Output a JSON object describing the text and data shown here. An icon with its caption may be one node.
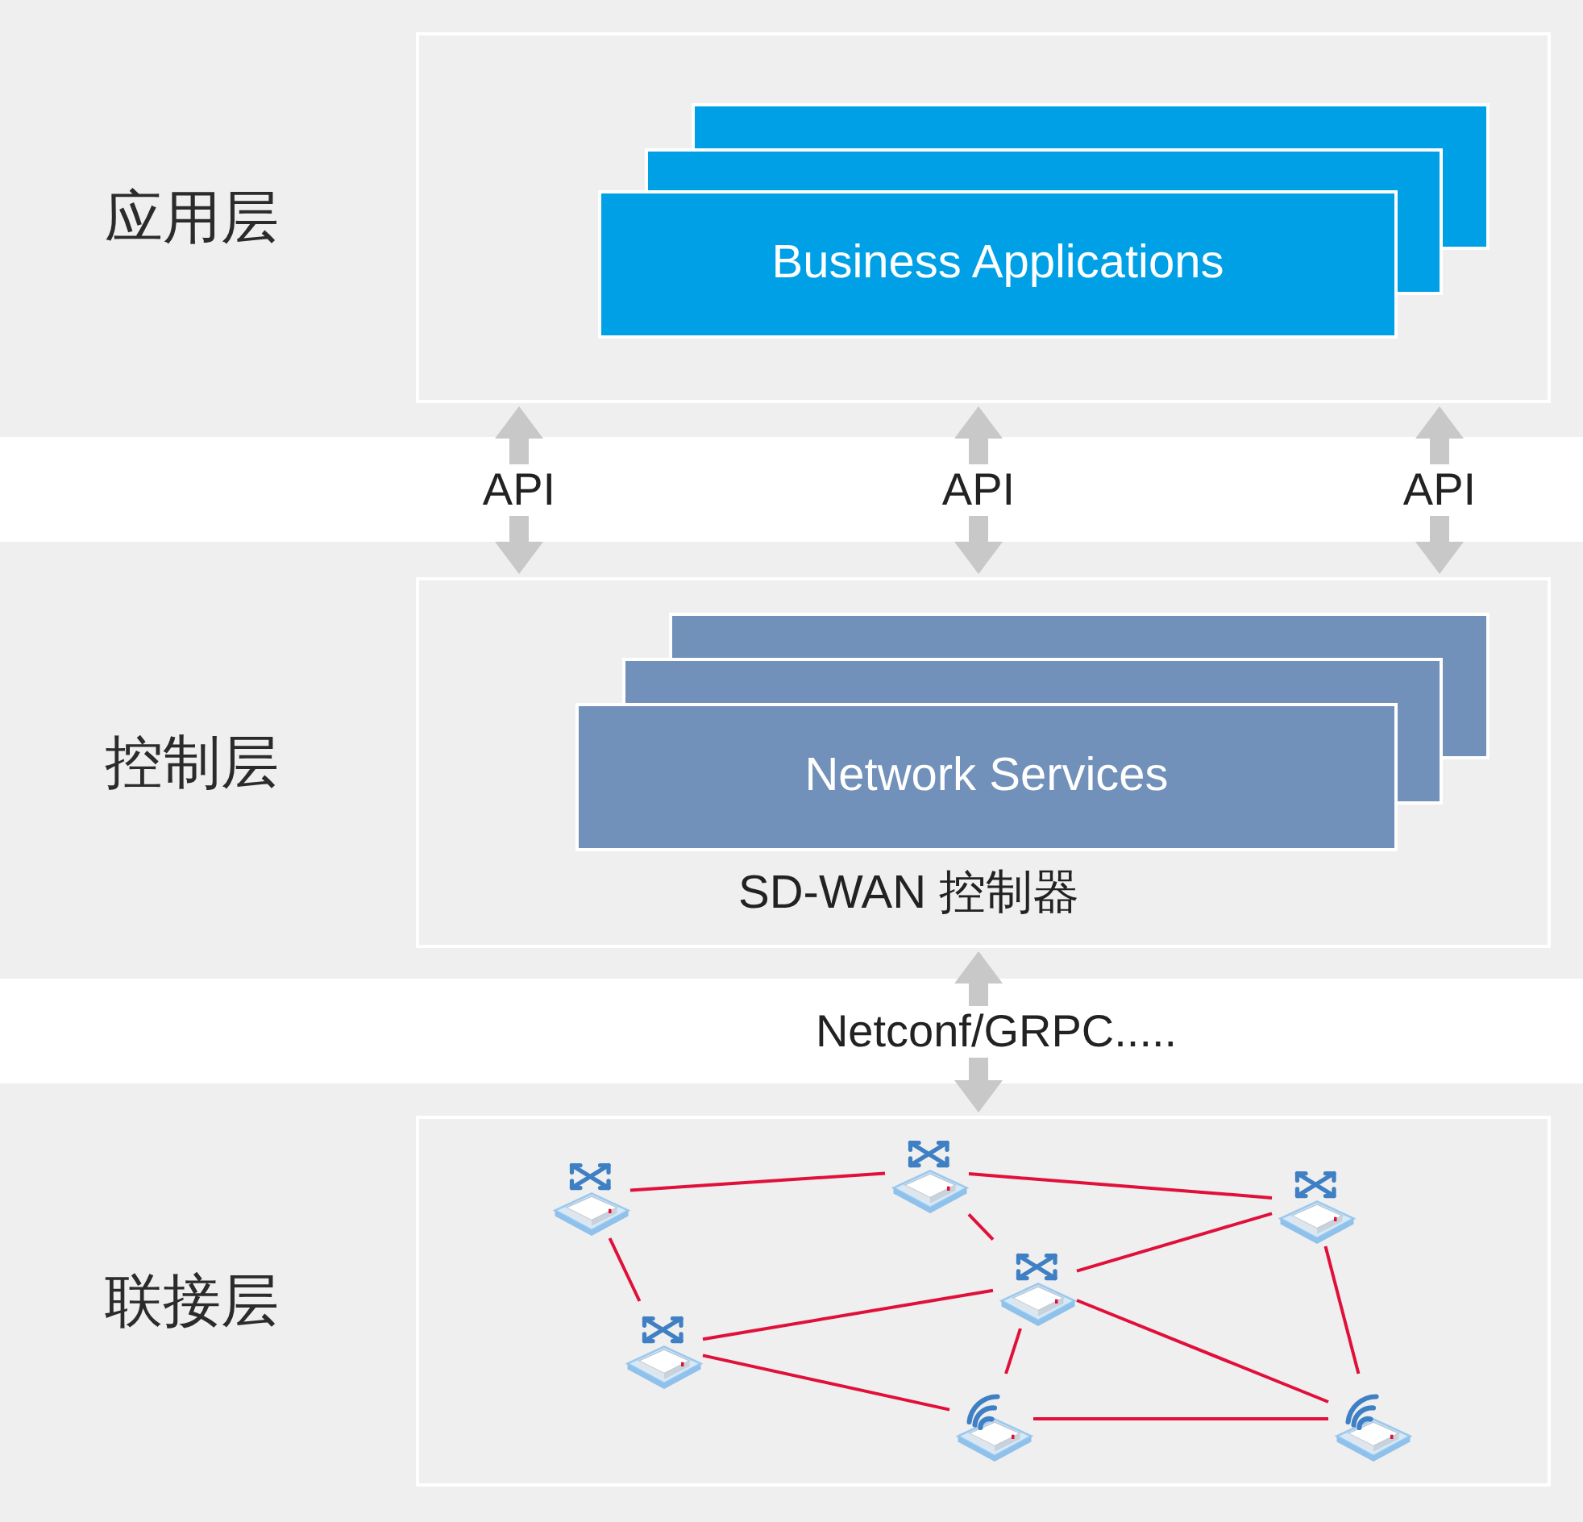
{
  "diagram": {
    "nodes": [
      {
        "text": [
          "应用层"
        ]
      },
      {
        "text": [
          "Business Applications"
        ],
        "in": 0
      },
      {
        "text": [
          "控制层",
          "SD-WAN 控制器"
        ]
      },
      {
        "text": [
          "Network Services"
        ],
        "in": 2
      },
      {
        "text": [
          "联接层"
        ]
      },
      {
        "text": [],
        "shape": "picture",
        "in": 4
      },
      {
        "text": [],
        "shape": "picture",
        "in": 4
      },
      {
        "text": [],
        "shape": "picture",
        "in": 4
      },
      {
        "text": [],
        "shape": "picture",
        "in": 4
      },
      {
        "text": [],
        "shape": "picture",
        "in": 4
      },
      {
        "text": [],
        "shape": "picture",
        "in": 4
      },
      {
        "text": [],
        "shape": "picture",
        "in": 4
      }
    ],
    "edges": [
      {
        "from": 0,
        "to": 2,
        "arrow": "both",
        "label": "API",
        "style": "thick",
        "color": "#c8c8c8"
      },
      {
        "from": 0,
        "to": 2,
        "arrow": "both",
        "label": "API",
        "style": "thick",
        "color": "#c8c8c8"
      },
      {
        "from": 0,
        "to": 2,
        "arrow": "both",
        "label": "API",
        "style": "thick",
        "color": "#c8c8c8"
      },
      {
        "from": 2,
        "to": 4,
        "arrow": "both",
        "label": "Netconf/GRPC.....",
        "style": "thick",
        "color": "#c8c8c8"
      },
      {
        "from": 5,
        "to": 6,
        "arrow": "none"
      },
      {
        "from": 6,
        "to": 7,
        "arrow": "none"
      },
      {
        "from": 6,
        "to": 8,
        "arrow": "none"
      },
      {
        "from": 5,
        "to": 9,
        "arrow": "none"
      },
      {
        "from": 9,
        "to": 8,
        "arrow": "none"
      },
      {
        "from": 8,
        "to": 7,
        "arrow": "none"
      },
      {
        "from": 8,
        "to": 11,
        "arrow": "none"
      },
      {
        "from": 7,
        "to": 11,
        "arrow": "none"
      },
      {
        "from": 9,
        "to": 10,
        "arrow": "none"
      },
      {
        "from": 8,
        "to": 10,
        "arrow": "none"
      },
      {
        "from": 10,
        "to": 11,
        "arrow": "none"
      }
    ]
  }
}
